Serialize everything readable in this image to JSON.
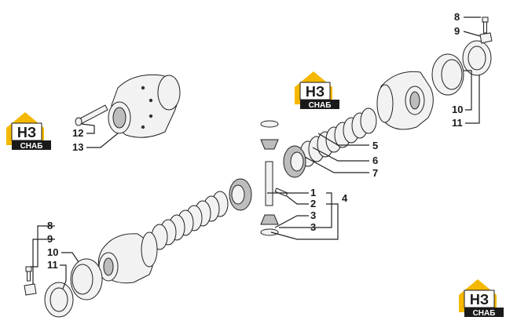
{
  "logos": [
    {
      "top": "НЗ",
      "bottom": "СНАБ",
      "accent": "#f5b800"
    },
    {
      "top": "НЗ",
      "bottom": "СНАБ",
      "accent": "#f5b800"
    },
    {
      "top": "НЗ",
      "bottom": "СНАБ",
      "accent": "#f5b800"
    }
  ],
  "callouts": {
    "c1": "1",
    "c2": "2",
    "c3a": "3",
    "c3b": "3",
    "c4": "4",
    "c5": "5",
    "c6": "6",
    "c7": "7",
    "c8top": "8",
    "c9top": "9",
    "c10top": "10",
    "c11top": "11",
    "c12": "12",
    "c13": "13",
    "c8bot": "8",
    "c9bot": "9",
    "c10bot": "10",
    "c11bot": "11"
  }
}
